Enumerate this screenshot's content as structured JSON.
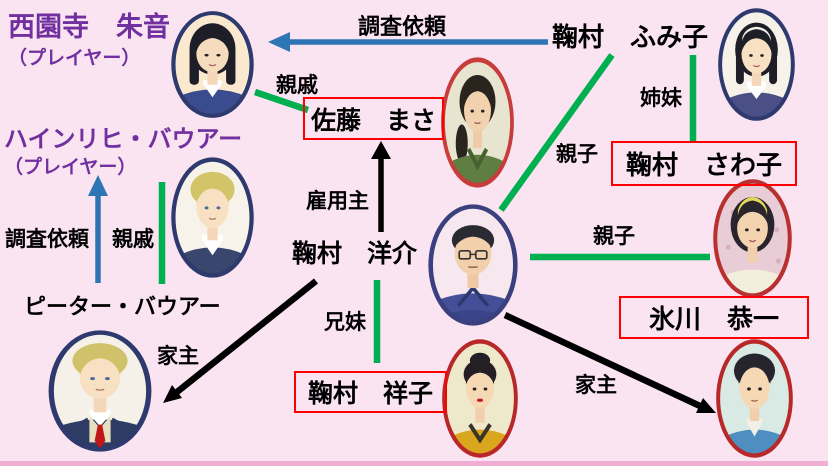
{
  "players": {
    "akane": {
      "name": "西園寺　朱音",
      "role": "（プレイヤー）"
    },
    "heinrich": {
      "name": "ハインリヒ・バウアー",
      "role": "（プレイヤー）"
    }
  },
  "characters": {
    "fumiko": "鞠村　ふみ子",
    "masa": "佐藤　まさ",
    "sawako": "鞠村　さわ子",
    "yosuke": "鞠村　洋介",
    "peter": "ピーター・バウアー",
    "shoko": "鞠村　祥子",
    "kyoichi": "氷川　恭一"
  },
  "labels": {
    "request_top": "調査依頼",
    "relative_top": "親戚",
    "sisters": "姉妹",
    "parent_child_fumiko": "親子",
    "parent_child_sawako": "親子",
    "request_left": "調査依頼",
    "relative_left": "親戚",
    "employer": "雇用主",
    "siblings": "兄妹",
    "landlord_left": "家主",
    "landlord_right": "家主"
  },
  "colors": {
    "background": "#FAE4F2",
    "bottom_strip": "#F0AED4",
    "relation_green": "#00B050",
    "request_blue": "#2E75B6",
    "arrow_black": "#000000",
    "box_red": "#FF0000",
    "player_purple": "#7030A0"
  }
}
